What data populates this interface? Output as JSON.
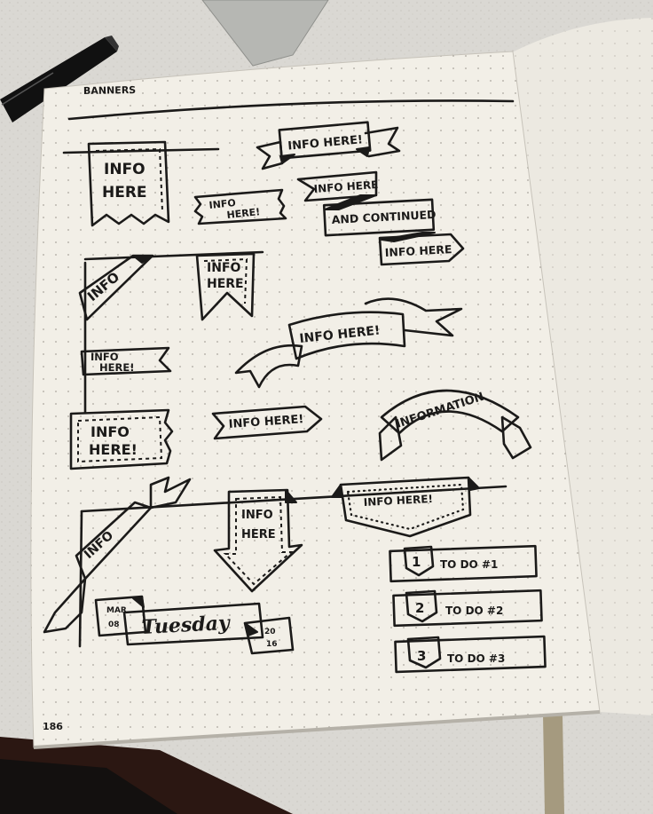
{
  "page": {
    "header": "BANNERS",
    "number": "186"
  },
  "banners": {
    "hanging_banner": [
      "INFO",
      "HERE"
    ],
    "ribbon_top": "INFO HERE!",
    "stamp_banner": [
      "INFO",
      "HERE!"
    ],
    "chain_1": "INFO HERE",
    "chain_2": "AND CONTINUED",
    "chain_3": "INFO HERE",
    "corner_banner": "INFO",
    "pennant": [
      "INFO",
      "HERE"
    ],
    "flag_banner": [
      "INFO",
      "HERE!"
    ],
    "wave_ribbon": "INFO HERE!",
    "arrow_tag": "INFO HERE!",
    "arc_ribbon": "INFORMATION",
    "stamp_box": [
      "INFO",
      "HERE!"
    ],
    "diagonal_banner": "INFO",
    "down_arrow": [
      "INFO",
      "HERE"
    ],
    "shield_banner": "INFO HERE!",
    "date_banner": {
      "month": "MAR",
      "day": "08",
      "weekday": "Tuesday",
      "year_top": "20",
      "year_bottom": "16"
    }
  },
  "todos": [
    {
      "number": "1",
      "label": "TO DO #1"
    },
    {
      "number": "2",
      "label": "TO DO #2"
    },
    {
      "number": "3",
      "label": "TO DO #3"
    }
  ]
}
